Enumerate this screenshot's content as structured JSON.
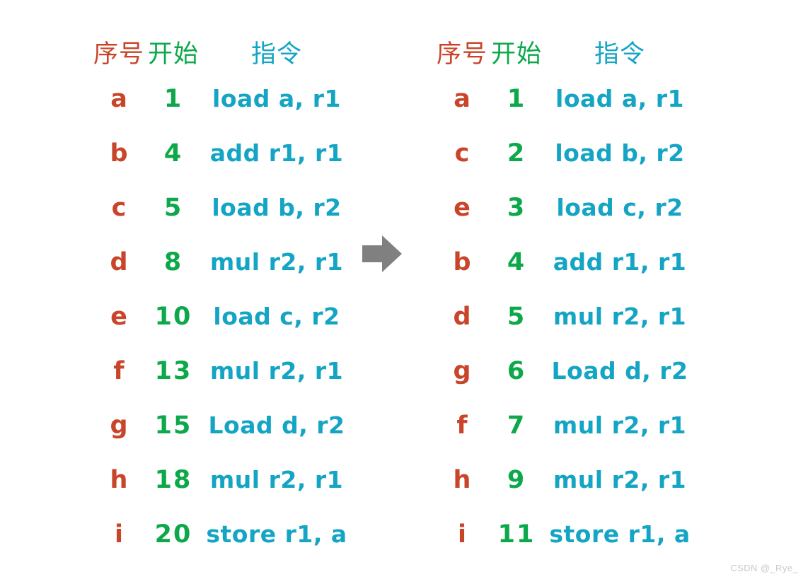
{
  "background_color": "#ffffff",
  "colors": {
    "sequence": "#C9452A",
    "start_time": "#0CA84A",
    "instruction": "#15A5C4",
    "arrow": "#808080",
    "watermark": "#c9c9c9"
  },
  "arrow": {
    "icon": "arrow-right-icon",
    "color": "#808080"
  },
  "watermark": {
    "text": "CSDN @_Rye_"
  },
  "tables": [
    {
      "id": "before",
      "headers": {
        "sequence": "序号",
        "start": "开始",
        "instruction": "指令"
      },
      "rows": [
        {
          "seq": "a",
          "start": "1",
          "instr": "load a, r1"
        },
        {
          "seq": "b",
          "start": "4",
          "instr": "add r1, r1"
        },
        {
          "seq": "c",
          "start": "5",
          "instr": "load b, r2"
        },
        {
          "seq": "d",
          "start": "8",
          "instr": "mul r2, r1"
        },
        {
          "seq": "e",
          "start": "10",
          "instr": "load c, r2"
        },
        {
          "seq": "f",
          "start": "13",
          "instr": "mul r2, r1"
        },
        {
          "seq": "g",
          "start": "15",
          "instr": "Load d, r2"
        },
        {
          "seq": "h",
          "start": "18",
          "instr": "mul r2, r1"
        },
        {
          "seq": "i",
          "start": "20",
          "instr": "store r1, a"
        }
      ]
    },
    {
      "id": "after",
      "headers": {
        "sequence": "序号",
        "start": "开始",
        "instruction": "指令"
      },
      "rows": [
        {
          "seq": "a",
          "start": "1",
          "instr": "load a, r1"
        },
        {
          "seq": "c",
          "start": "2",
          "instr": "load b, r2"
        },
        {
          "seq": "e",
          "start": "3",
          "instr": "load c, r2"
        },
        {
          "seq": "b",
          "start": "4",
          "instr": "add r1, r1"
        },
        {
          "seq": "d",
          "start": "5",
          "instr": "mul r2, r1"
        },
        {
          "seq": "g",
          "start": "6",
          "instr": "Load d, r2"
        },
        {
          "seq": "f",
          "start": "7",
          "instr": "mul r2, r1"
        },
        {
          "seq": "h",
          "start": "9",
          "instr": "mul r2, r1"
        },
        {
          "seq": "i",
          "start": "11",
          "instr": "store r1, a"
        }
      ]
    }
  ]
}
